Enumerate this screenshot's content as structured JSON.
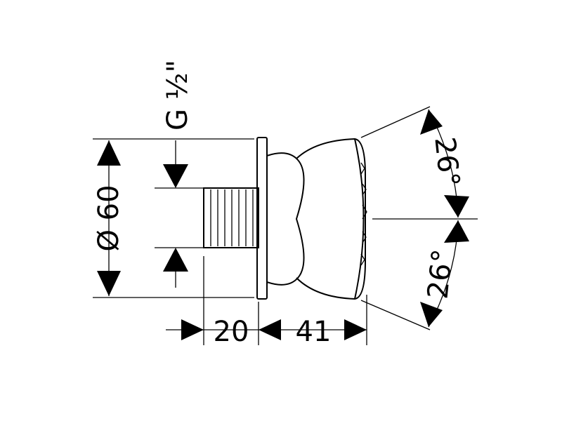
{
  "dimensions": {
    "diameter": "Ø 60",
    "thread": "G ½\"",
    "thread_length": "20",
    "body_length": "41",
    "angle_top": "26°",
    "angle_bottom": "26°"
  }
}
